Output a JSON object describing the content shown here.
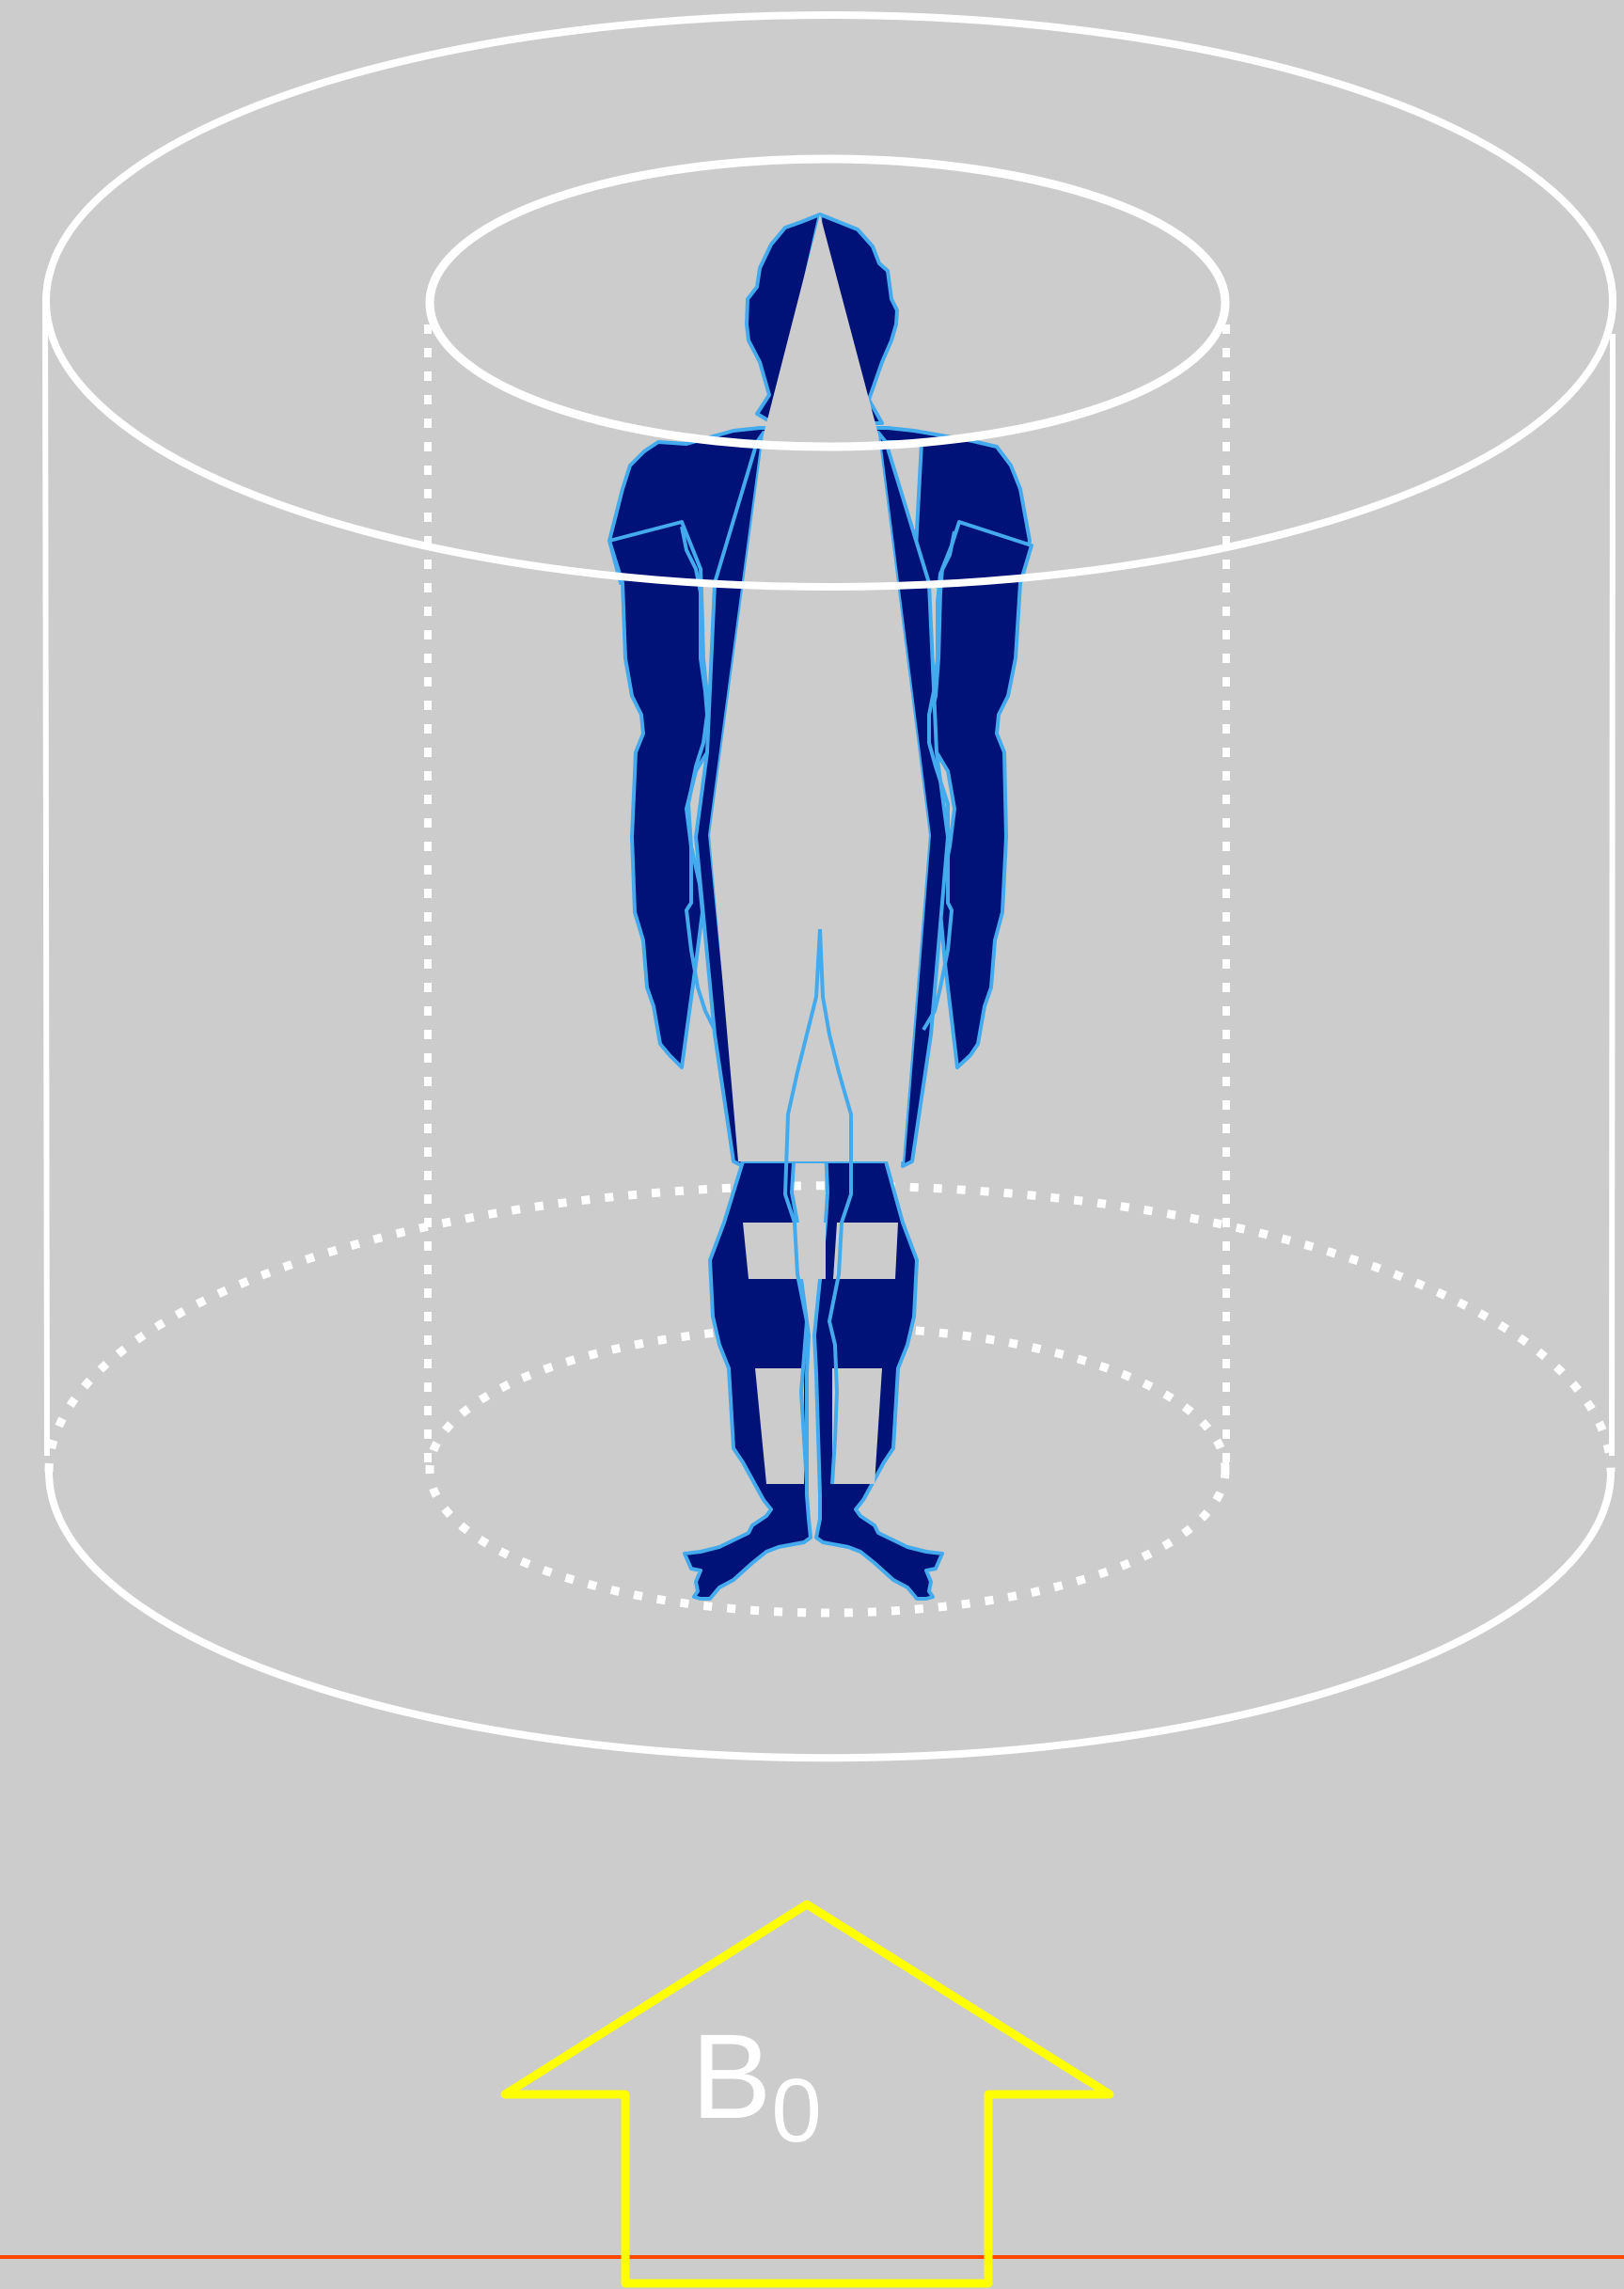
{
  "figure": {
    "background_color": "#cccccc",
    "coil_color": "#ffffff",
    "body_fill_color": "#001177",
    "body_outline_color": "#44aaee",
    "arrow_color": "#ffff00",
    "floor_line_color": "#ff4400"
  },
  "field": {
    "symbol": "B",
    "subscript": "0",
    "direction": "up"
  },
  "icons": {
    "body": "human-body-icon",
    "arrow": "field-arrow-icon"
  }
}
